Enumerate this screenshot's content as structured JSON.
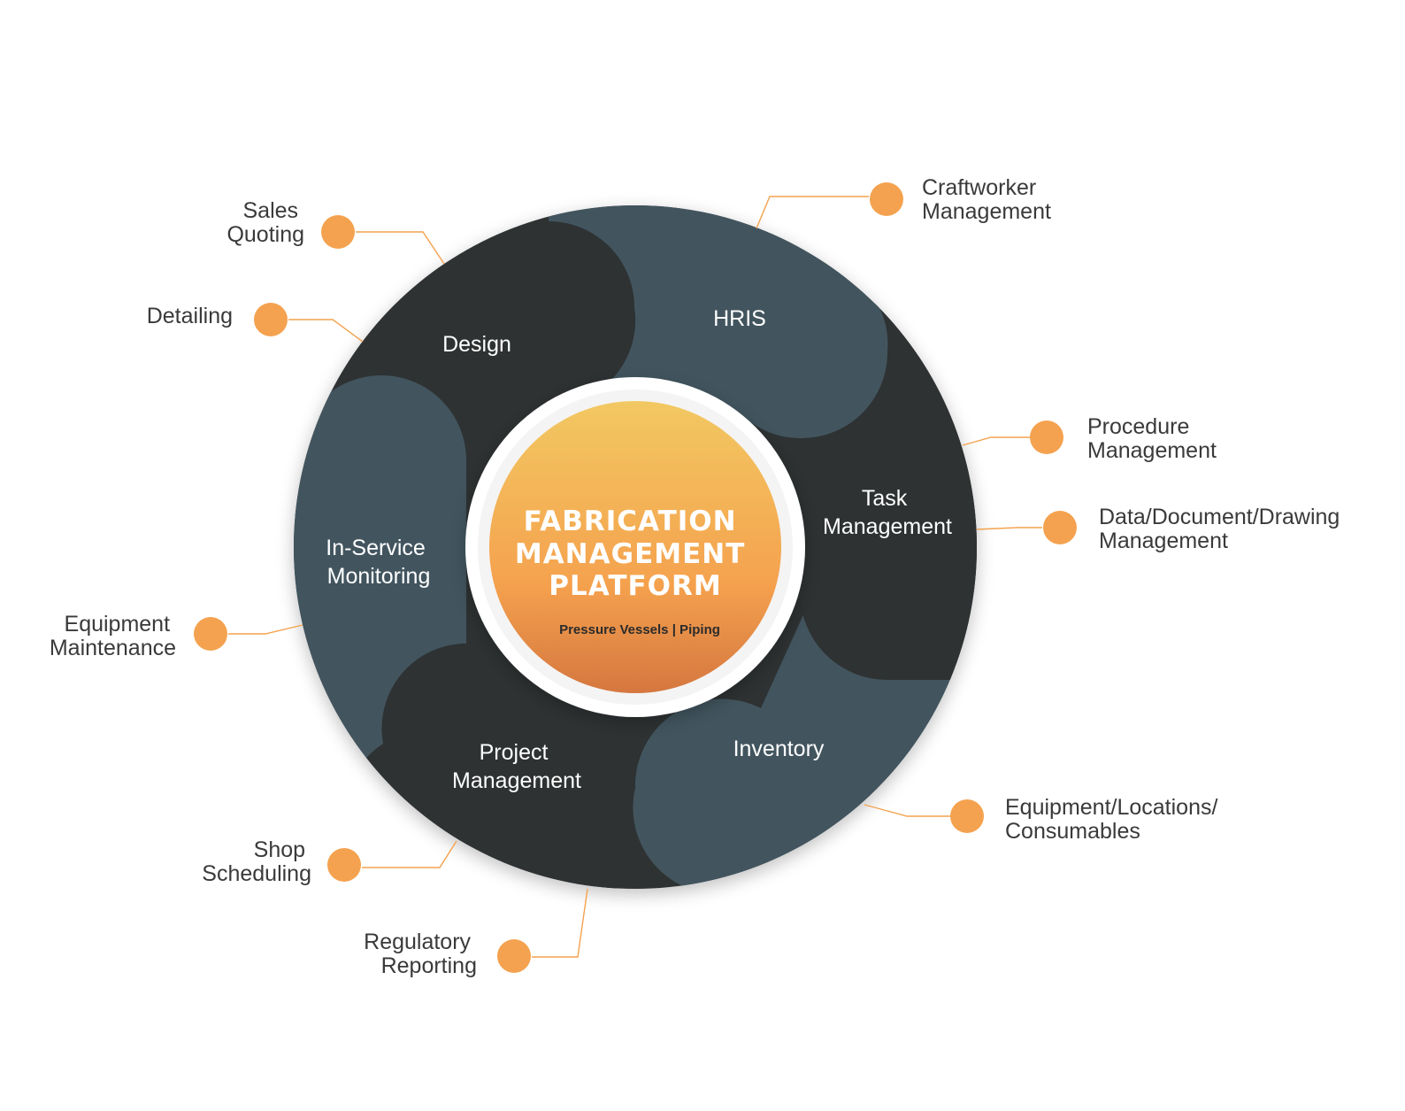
{
  "center": {
    "title_lines": [
      "FABRICATION",
      "MANAGEMENT",
      "PLATFORM"
    ],
    "subtitle": "Pressure Vessels | Piping"
  },
  "segments": [
    {
      "id": "design",
      "lines": [
        "Design"
      ]
    },
    {
      "id": "hris",
      "lines": [
        "HRIS"
      ]
    },
    {
      "id": "task-management",
      "lines": [
        "Task",
        "Management"
      ]
    },
    {
      "id": "inventory",
      "lines": [
        "Inventory"
      ]
    },
    {
      "id": "project-management",
      "lines": [
        "Project",
        "Management"
      ]
    },
    {
      "id": "in-service-monitoring",
      "lines": [
        "In-Service",
        "Monitoring"
      ]
    }
  ],
  "callouts": [
    {
      "id": "sales-quoting",
      "lines": [
        "Sales",
        "Quoting"
      ]
    },
    {
      "id": "detailing",
      "lines": [
        "Detailing"
      ]
    },
    {
      "id": "craftworker-management",
      "lines": [
        "Craftworker",
        "Management"
      ]
    },
    {
      "id": "procedure-management",
      "lines": [
        "Procedure",
        "Management"
      ]
    },
    {
      "id": "data-document-drawing-management",
      "lines": [
        "Data/Document/Drawing",
        "Management"
      ]
    },
    {
      "id": "equipment-maintenance",
      "lines": [
        "Equipment",
        "Maintenance"
      ]
    },
    {
      "id": "equipment-locations-consumables",
      "lines": [
        "Equipment/Locations/",
        "Consumables"
      ]
    },
    {
      "id": "shop-scheduling",
      "lines": [
        "Shop",
        "Scheduling"
      ]
    },
    {
      "id": "regulatory-reporting",
      "lines": [
        "Regulatory",
        "Reporting"
      ]
    }
  ],
  "colors": {
    "dark_segment": "#2e3033",
    "slate_segment": "#42545e",
    "accent": "#f4a24f",
    "gradient_top": "#f2c862",
    "gradient_mid": "#f5a24e",
    "gradient_bottom": "#d5773f"
  }
}
